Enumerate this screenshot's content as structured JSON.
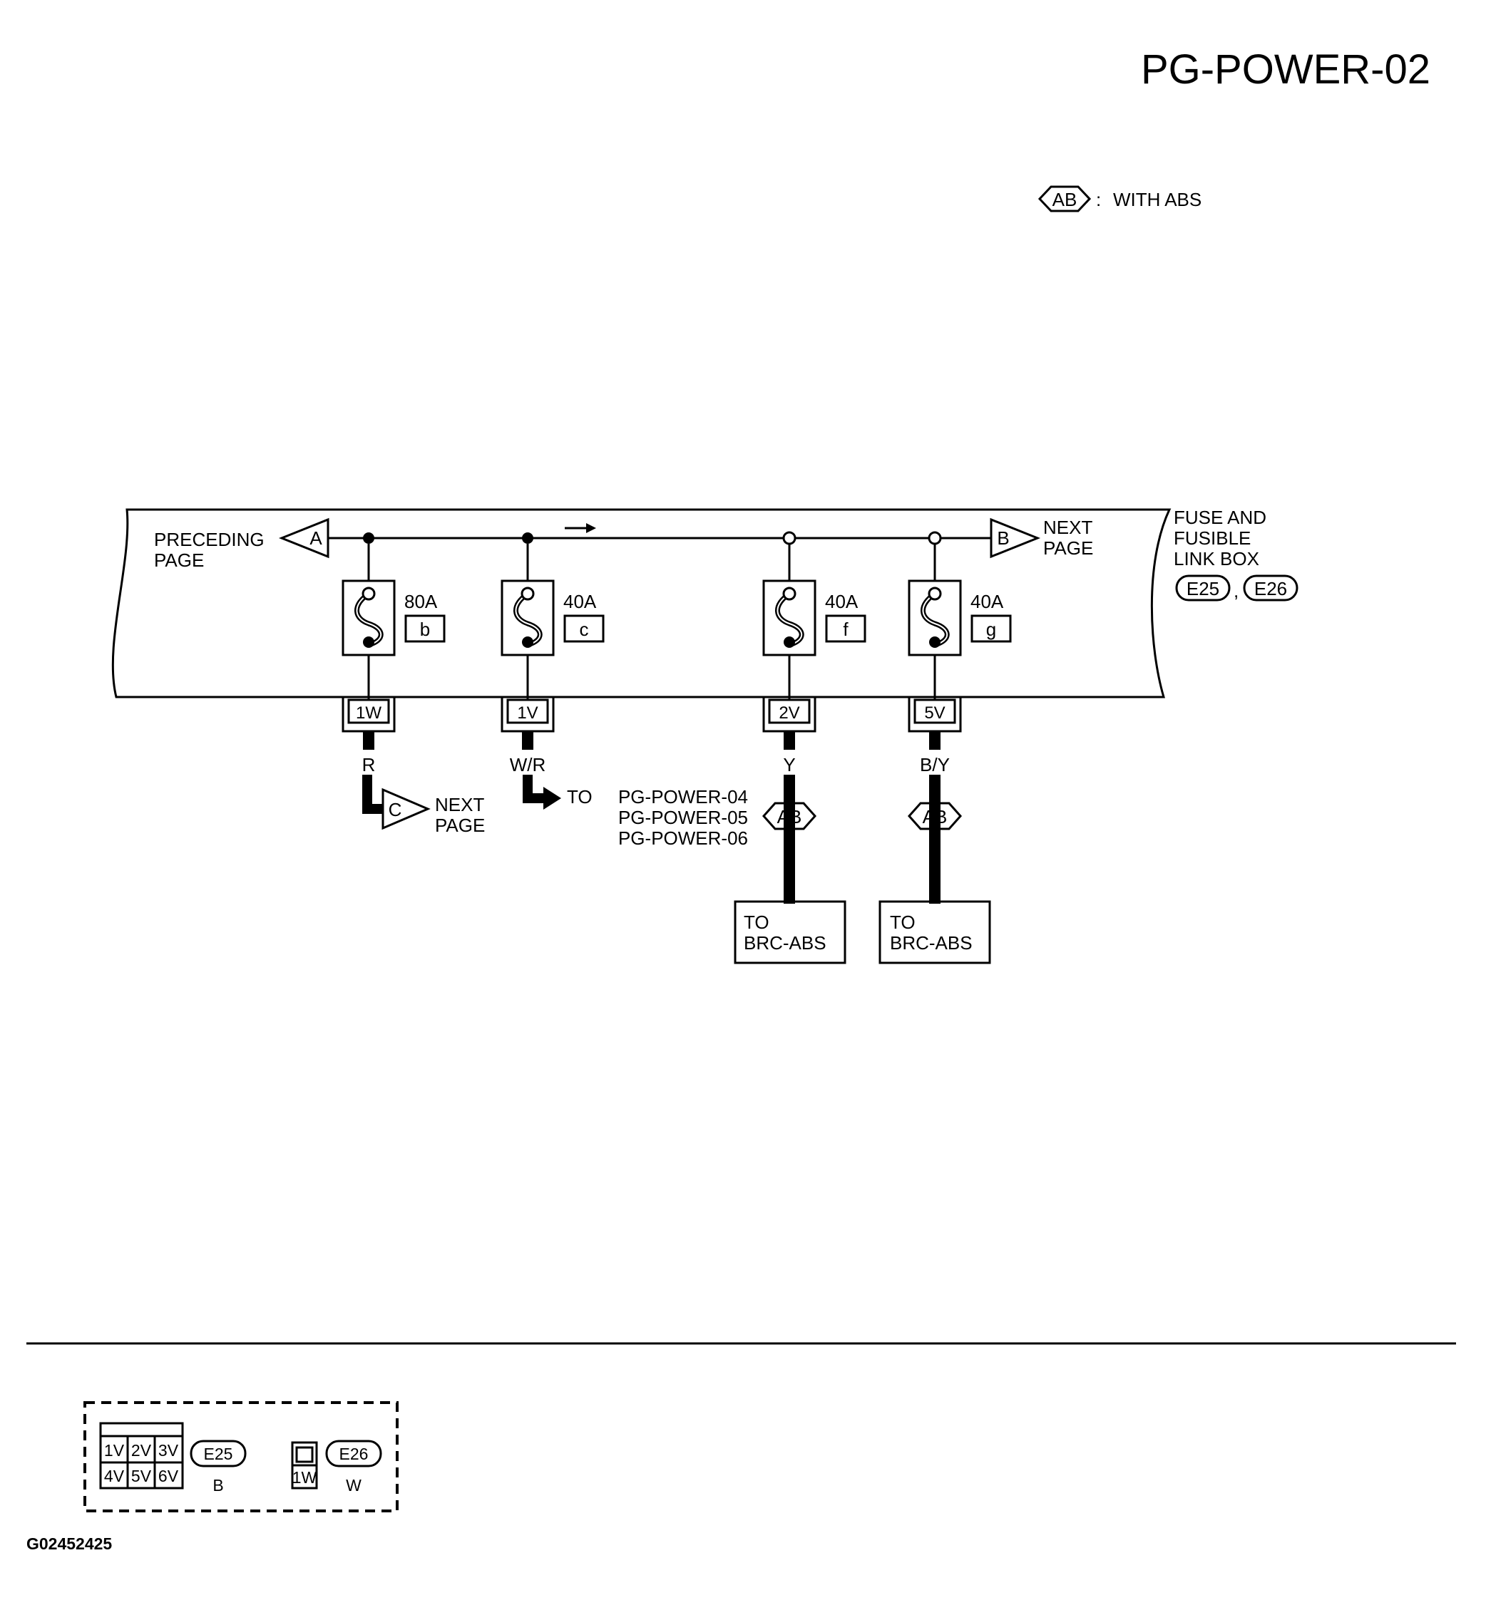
{
  "header": {
    "title": "PG-POWER-02"
  },
  "legend": {
    "tag": "AB",
    "text": "WITH ABS"
  },
  "box": {
    "label_lines": [
      "FUSE AND",
      "FUSIBLE",
      "LINK BOX"
    ],
    "connectors": [
      "E25",
      "E26"
    ],
    "separator": ","
  },
  "bus": {
    "preceding_lines": [
      "PRECEDING",
      "PAGE"
    ],
    "preceding_tag": "A",
    "next_tag": "B",
    "next_lines": [
      "NEXT",
      "PAGE"
    ]
  },
  "fuses": [
    {
      "rating": "80A",
      "id": "b",
      "terminal": "1W",
      "wire": "R"
    },
    {
      "rating": "40A",
      "id": "c",
      "terminal": "1V",
      "wire": "W/R"
    },
    {
      "rating": "40A",
      "id": "f",
      "terminal": "2V",
      "wire": "Y"
    },
    {
      "rating": "40A",
      "id": "g",
      "terminal": "5V",
      "wire": "B/Y"
    }
  ],
  "outputs": {
    "next_tag": "C",
    "next_lines": [
      "NEXT",
      "PAGE"
    ],
    "to_prefix": "TO",
    "to_pages": [
      "PG-POWER-04",
      "PG-POWER-05",
      "PG-POWER-06"
    ],
    "abs_tag": "AB",
    "brc": [
      {
        "lines": [
          "TO",
          "BRC-ABS"
        ]
      },
      {
        "lines": [
          "TO",
          "BRC-ABS"
        ]
      }
    ]
  },
  "connector_views": {
    "e25": {
      "pins": [
        "1V",
        "2V",
        "3V",
        "4V",
        "5V",
        "6V"
      ],
      "name": "E25",
      "color": "B"
    },
    "e26": {
      "pins": [
        "1W"
      ],
      "name": "E26",
      "color": "W"
    }
  },
  "footer": {
    "code": "G02452425"
  }
}
